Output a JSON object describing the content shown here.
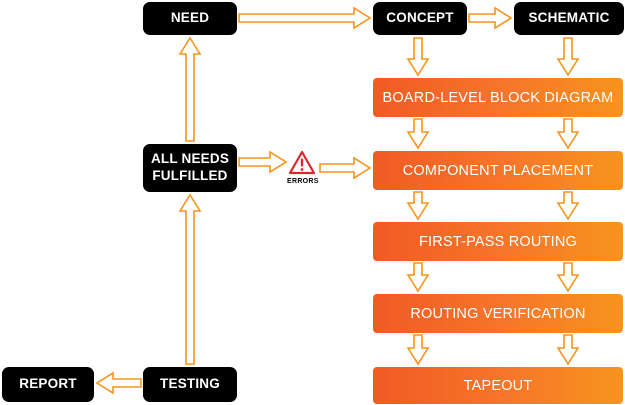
{
  "nodes": {
    "need": "NEED",
    "concept": "CONCEPT",
    "schematic": "SCHEMATIC",
    "all_needs_fulfilled_line1": "ALL NEEDS",
    "all_needs_fulfilled_line2": "FULFILLED",
    "testing": "TESTING",
    "report": "REPORT",
    "board_level_block_diagram": "BOARD-LEVEL BLOCK DIAGRAM",
    "component_placement": "COMPONENT PLACEMENT",
    "first_pass_routing": "FIRST-PASS ROUTING",
    "routing_verification": "ROUTING VERIFICATION",
    "tapeout": "TAPEOUT"
  },
  "errors_label": "ERRORS",
  "colors": {
    "dark_node": "#000000",
    "orange_start": "#f15a24",
    "orange_end": "#f7941d",
    "arrow_stroke": "#f7941d",
    "warning_red": "#d7282f"
  },
  "icons": [
    "warning-icon"
  ]
}
